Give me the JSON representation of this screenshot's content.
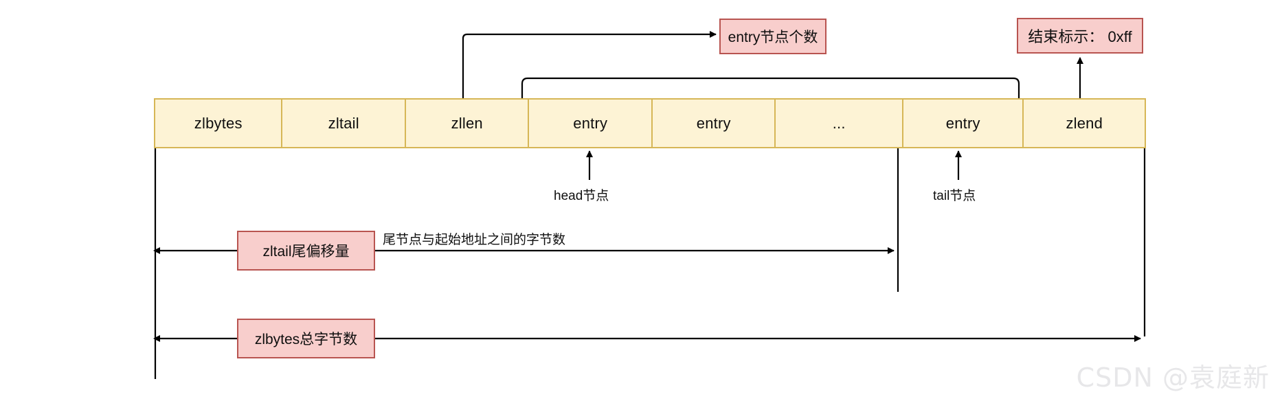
{
  "diagram": {
    "title": "Redis ziplist structure",
    "colors": {
      "cell_fill": "#fdf3d5",
      "cell_border": "#d6b656",
      "callout_fill": "#f8cecc",
      "callout_border": "#b85450",
      "line": "#000000",
      "watermark": "#e7e7e9"
    },
    "table": {
      "name": "ziplist-layout",
      "cells": [
        {
          "label": "zlbytes"
        },
        {
          "label": "zltail"
        },
        {
          "label": "zllen"
        },
        {
          "label": "entry"
        },
        {
          "label": "entry"
        },
        {
          "label": "..."
        },
        {
          "label": "entry"
        },
        {
          "label": "zlend"
        }
      ]
    },
    "callouts": {
      "entry_count": "entry节点个数",
      "end_flag": "结束标示： 0xff",
      "zltail_offset": "zltail尾偏移量",
      "zlbytes_total": "zlbytes总字节数"
    },
    "labels": {
      "head_node": "head节点",
      "tail_node": "tail节点",
      "tail_offset_desc": "尾节点与起始地址之间的字节数"
    },
    "watermark": "CSDN @袁庭新"
  }
}
